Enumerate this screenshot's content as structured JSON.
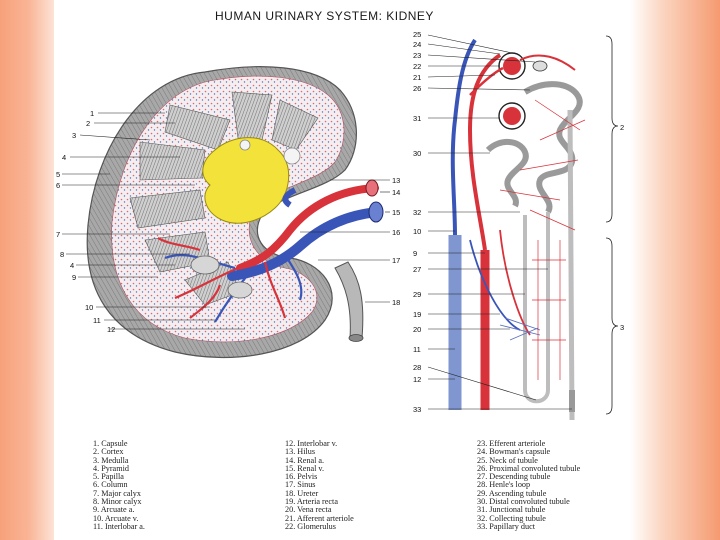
{
  "title": "HUMAN URINARY SYSTEM:  KIDNEY",
  "kidney_labels": {
    "l1": "1",
    "l2": "2",
    "l3": "3",
    "l4": "4",
    "l5": "5",
    "l6": "6",
    "l7": "7",
    "l8": "8",
    "l4b": "4",
    "l9": "9",
    "l10": "10",
    "l11": "11",
    "l12": "12",
    "l13": "13",
    "l14": "14",
    "l15": "15",
    "l16": "16",
    "l17": "17",
    "l18": "18"
  },
  "nephron_labels": {
    "n25": "25",
    "n24": "24",
    "n23": "23",
    "n22": "22",
    "n21": "21",
    "n26": "26",
    "n31": "31",
    "n30": "30",
    "n32": "32",
    "n10": "10",
    "n9": "9",
    "n27": "27",
    "n29": "29",
    "n19": "19",
    "n20": "20",
    "n11": "11",
    "n28": "28",
    "n12": "12",
    "n33": "33",
    "b2": "2",
    "b3": "3"
  },
  "legend": {
    "col1": [
      "1. Capsule",
      "2. Cortex",
      "3. Medulla",
      "4. Pyramid",
      "5. Papilla",
      "6. Column",
      "7. Major calyx",
      "8. Minor calyx",
      "9. Arcuate a.",
      "10. Arcuate v.",
      "11. Interlobar a."
    ],
    "col2": [
      "12. Interlobar v.",
      "13. Hilus",
      "14. Renal a.",
      "15. Renal v.",
      "16. Pelvis",
      "17. Sinus",
      "18. Ureter",
      "19. Arteria recta",
      "20. Vena recta",
      "21. Afferent arteriole",
      "22. Glomerulus"
    ],
    "col3": [
      "23. Efferent arteriole",
      "24. Bowman's capsule",
      "25. Neck of tubule",
      "26. Proximal convoluted tubule",
      "27. Descending tubule",
      "28. Henle's loop",
      "29. Ascending tubule",
      "30. Distal convoluted tubule",
      "31. Junctional tubule",
      "32. Collecting tubule",
      "33. Papillary duct"
    ]
  },
  "colors": {
    "artery": "#d8323a",
    "vein": "#3a55b8",
    "calyx": "#f2e23a",
    "capsule": "#8c8c8c",
    "background_accent": "#f59a70"
  }
}
